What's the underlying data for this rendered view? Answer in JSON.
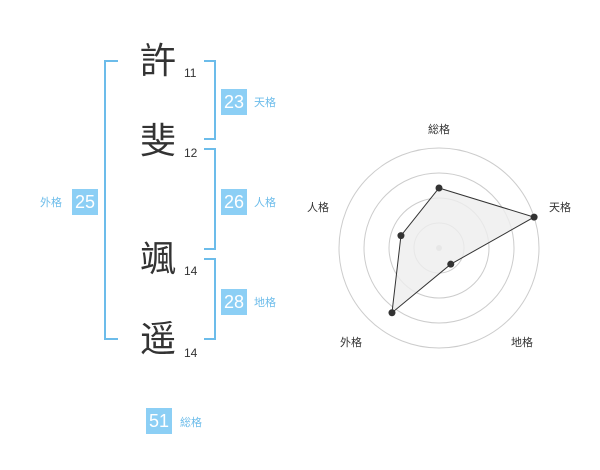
{
  "name": {
    "characters": [
      {
        "char": "許",
        "strokes": "11"
      },
      {
        "char": "斐",
        "strokes": "12"
      },
      {
        "char": "颯",
        "strokes": "14"
      },
      {
        "char": "遥",
        "strokes": "14"
      }
    ]
  },
  "kakusu": {
    "tenkaku": {
      "value": "23",
      "label": "天格"
    },
    "jinkaku": {
      "value": "26",
      "label": "人格"
    },
    "chikaku": {
      "value": "28",
      "label": "地格"
    },
    "gaikaku": {
      "value": "25",
      "label": "外格"
    },
    "soukaku": {
      "value": "51",
      "label": "総格"
    }
  },
  "chart_data": {
    "type": "radar",
    "axes": [
      "総格",
      "天格",
      "地格",
      "外格",
      "人格"
    ],
    "values": [
      3,
      5,
      1,
      4,
      2
    ],
    "max": 5,
    "grid_rings": 4,
    "fill_color": "#eeeeee",
    "line_color": "#333333"
  },
  "colors": {
    "accent": "#8ccff5",
    "label": "#6cbcea"
  }
}
